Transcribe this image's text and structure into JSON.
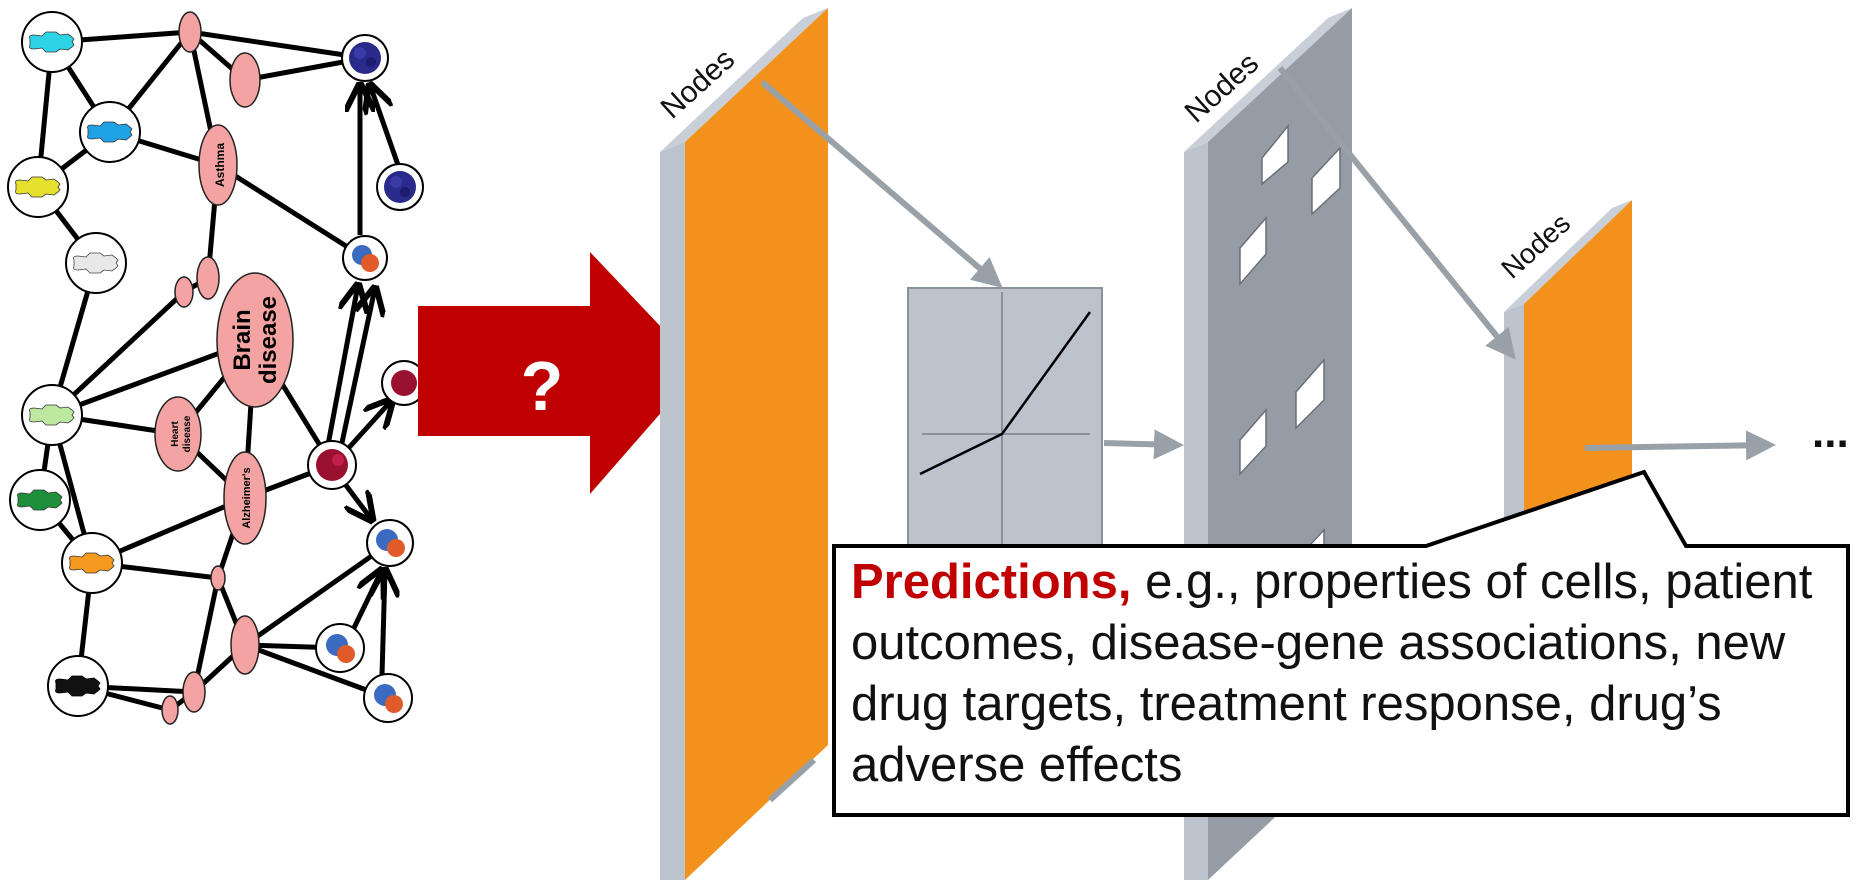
{
  "network": {
    "labels": {
      "asthma": "Asthma",
      "brain_line1": "Brain",
      "brain_line2": "disease",
      "heart_line1": "Heart",
      "heart_line2": "disease",
      "alzheimers": "Alzheimer's"
    }
  },
  "transform_arrow": {
    "symbol": "?"
  },
  "layers": {
    "layer1_label": "Nodes",
    "layer2_label": "Nodes",
    "layer3_label": "Nodes",
    "continuation": "..."
  },
  "callout": {
    "highlight": "Predictions,",
    "text": " e.g., properties of cells, patient outcomes, disease-gene associations, new drug targets, treatment response, drug’s adverse effects"
  },
  "colors": {
    "orange_panel": "#f2921c",
    "panel_edge": "#bcc3cd",
    "dark_panel": "#969ca6",
    "disease_node": "#f4a3a3",
    "red_arrow": "#c00000",
    "connector": "#98a0a8",
    "protein_dark": "#2a2a8a",
    "protein_mixed": "#3a6bc0",
    "protein_red": "#9a1030"
  },
  "patient_colors": [
    "#2ed4e6",
    "#1fa3e6",
    "#e6e02e",
    "#e8e8e8",
    "#bde8a0",
    "#1e8f3a",
    "#f59a1e",
    "#111111"
  ]
}
